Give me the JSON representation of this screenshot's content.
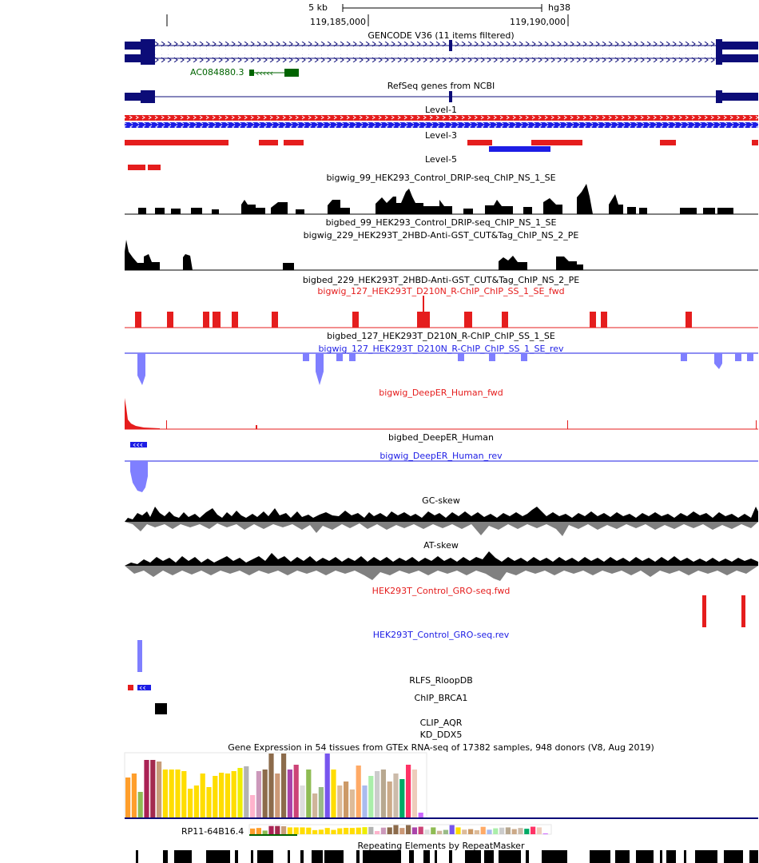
{
  "ruler": {
    "scale_label": "5 kb",
    "assembly": "hg38",
    "ticks": [
      "119,185,000",
      "119,190,000"
    ]
  },
  "tracks": {
    "gencode": "GENCODE V36 (11 items filtered)",
    "gene_label": "AC084880.3",
    "refseq": "RefSeq genes from NCBI",
    "level1": "Level-1",
    "level3": "Level-3",
    "level5": "Level-5",
    "bw99": "bigwig_99_HEK293_Control_DRIP-seq_ChIP_NS_1_SE",
    "bb99": "bigbed_99_HEK293_Control_DRIP-seq_ChIP_NS_1_SE",
    "bw229": "bigwig_229_HEK293T_2HBD-Anti-GST_CUT&Tag_ChIP_NS_2_PE",
    "bb229": "bigbed_229_HEK293T_2HBD-Anti-GST_CUT&Tag_ChIP_NS_2_PE",
    "bw127fwd": "bigwig_127_HEK293T_D210N_R-ChIP_ChIP_SS_1_SE_fwd",
    "bb127": "bigbed_127_HEK293T_D210N_R-ChIP_ChIP_SS_1_SE",
    "bw127rev": "bigwig_127_HEK293T_D210N_R-ChIP_ChIP_SS_1_SE_rev",
    "deeper_fwd": "bigwig_DeepER_Human_fwd",
    "deeper_bb": "bigbed_DeepER_Human",
    "deeper_rev": "bigwig_DeepER_Human_rev",
    "gc_skew": "GC-skew",
    "at_skew": "AT-skew",
    "gro_fwd": "HEK293T_Control_GRO-seq.fwd",
    "gro_rev": "HEK293T_Control_GRO-seq.rev",
    "rlfs": "RLFS_RloopDB",
    "chip_brca1": "ChIP_BRCA1",
    "clip_aqr": "CLIP_AQR",
    "kd_ddx5": "KD_DDX5",
    "gtex": "Gene Expression in 54 tissues from GTEx RNA-seq of 17382 samples, 948 donors (V8, Aug 2019)",
    "gtex_gene": "RP11-64B16.4",
    "repeatmasker": "Repeating Elements by RepeatMasker"
  },
  "colors": {
    "gene": "#0c0c78",
    "green_gene": "#006400",
    "level_red": "#e51d1d",
    "level_blue": "#1d1de5",
    "fwd_red": "#e51d1d",
    "rev_blue": "#7f7fff",
    "skew_black": "#000000",
    "skew_gray": "#808080"
  }
}
